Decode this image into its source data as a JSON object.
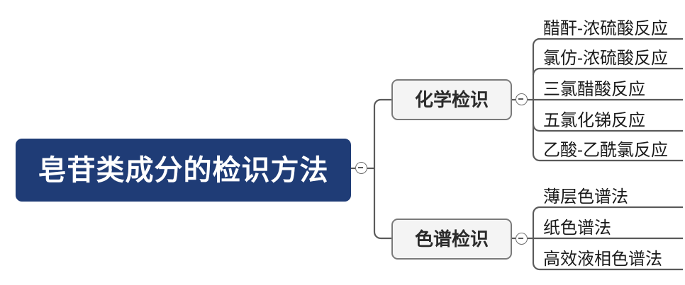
{
  "diagram": {
    "type": "mind-map",
    "title": "皂苷类成分的检识方法",
    "colors": {
      "root_fill": "#1F3C76",
      "root_text": "#FFFFFF",
      "branch_fill": "#F4F4F4",
      "branch_border": "#7A7A7A",
      "branch_text": "#2B2B2B",
      "leaf_text": "#1A1A1A",
      "connector": "#5A5A5A",
      "background": "#FFFFFF"
    },
    "root": {
      "label": "皂苷类成分的检识方法",
      "toggle_state": "expanded",
      "toggle_glyph": "−"
    },
    "branches": [
      {
        "label": "化学检识",
        "toggle_state": "expanded",
        "toggle_glyph": "−",
        "leaves": [
          {
            "label": "醋酐-浓硫酸反应"
          },
          {
            "label": "氯仿-浓硫酸反应"
          },
          {
            "label": "三氯醋酸反应"
          },
          {
            "label": "五氯化锑反应"
          },
          {
            "label": "乙酸-乙酰氯反应"
          }
        ]
      },
      {
        "label": "色谱检识",
        "toggle_state": "expanded",
        "toggle_glyph": "−",
        "leaves": [
          {
            "label": "薄层色谱法"
          },
          {
            "label": "纸色谱法"
          },
          {
            "label": "高效液相色谱法"
          }
        ]
      }
    ]
  }
}
